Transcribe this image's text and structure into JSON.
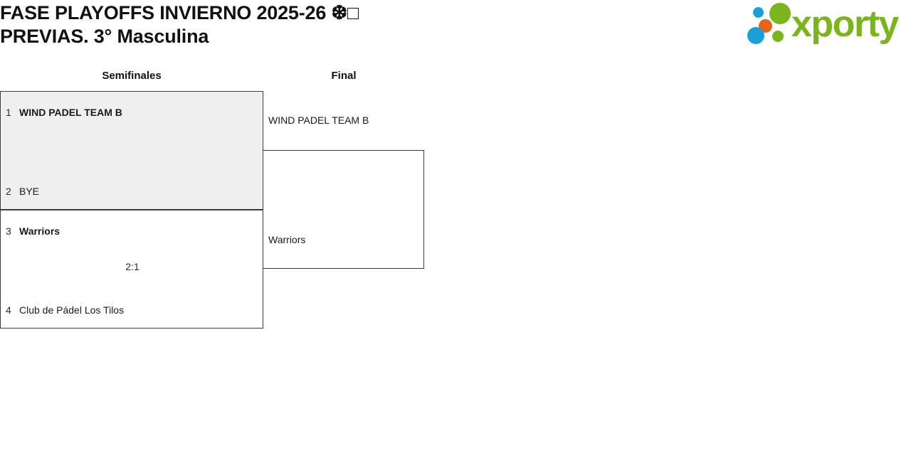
{
  "header": {
    "title": "FASE PLAYOFFS INVIERNO 2025-26 ❆□\nPREVIAS. 3° Masculina",
    "logo": {
      "wordmark": "xporty",
      "colors": {
        "green": "#7ab51d",
        "blue": "#1a9fd9",
        "orange": "#e8631a"
      }
    }
  },
  "bracket": {
    "rounds": [
      {
        "key": "semifinals",
        "label": "Semifinales"
      },
      {
        "key": "final",
        "label": "Final"
      }
    ],
    "matches": [
      {
        "id": "sf1",
        "round": "semifinals",
        "shaded": true,
        "score": "",
        "teams": [
          {
            "seed": "1",
            "name": "WIND PADEL TEAM B",
            "winner": true
          },
          {
            "seed": "2",
            "name": "BYE",
            "winner": false
          }
        ]
      },
      {
        "id": "sf2",
        "round": "semifinals",
        "shaded": false,
        "score": "2:1",
        "teams": [
          {
            "seed": "3",
            "name": "Warriors",
            "winner": true
          },
          {
            "seed": "4",
            "name": "Club de Pádel Los Tilos",
            "winner": false
          }
        ]
      },
      {
        "id": "final1",
        "round": "final",
        "shaded": false,
        "score": "",
        "teams": [
          {
            "seed": "",
            "name": "WIND PADEL TEAM B",
            "winner": false
          },
          {
            "seed": "",
            "name": "Warriors",
            "winner": false
          }
        ]
      }
    ]
  }
}
